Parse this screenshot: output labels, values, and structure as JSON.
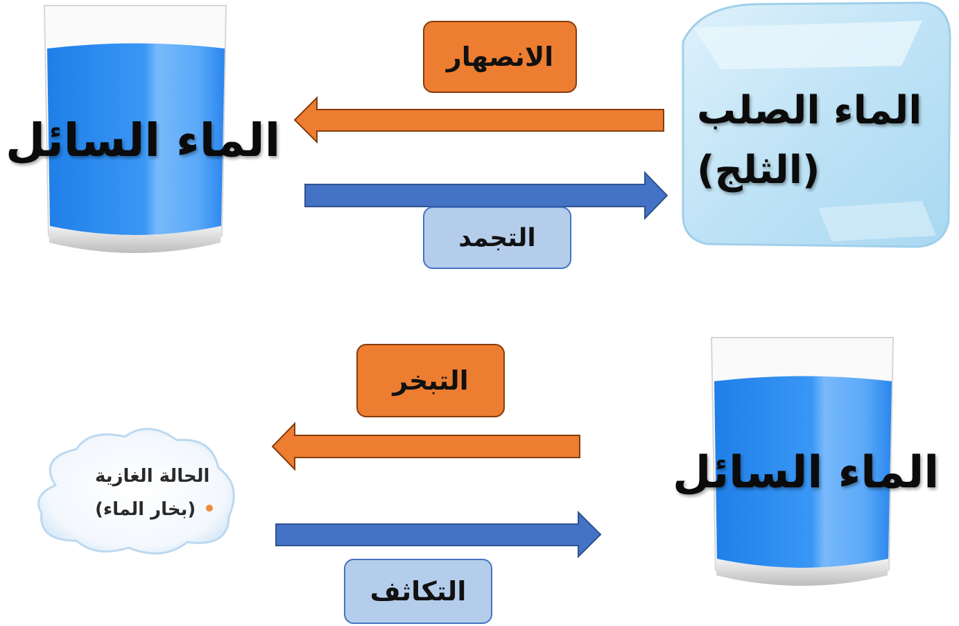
{
  "top": {
    "liquid_label": "الماء السائل",
    "solid_label_line1": "الماء الصلب",
    "solid_label_line2": "(الثلج)",
    "melting_label": "الانصهار",
    "freezing_label": "التجمد"
  },
  "bottom": {
    "liquid_label": "الماء السائل",
    "gas_label_line1": "الحالة الغازية",
    "gas_label_line2": "(بخار الماء)",
    "evaporation_label": "التبخر",
    "condensation_label": "التكاثف"
  },
  "colors": {
    "orange_fill": "#ed7d31",
    "orange_border": "#843c0c",
    "blue_arrow": "#4472c4",
    "blue_box": "#b4cdea",
    "water": "#2f8df0"
  }
}
